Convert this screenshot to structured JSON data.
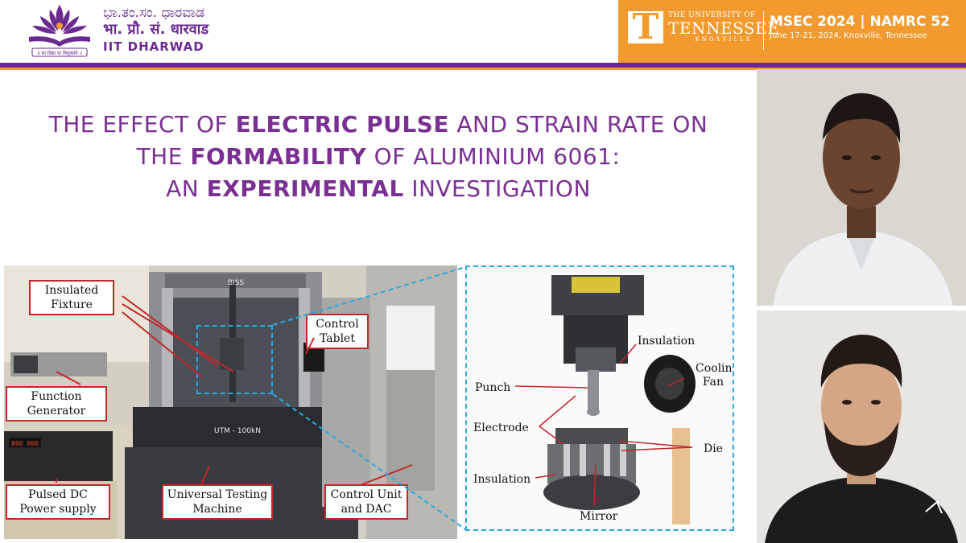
{
  "header": {
    "iit": {
      "line1": "ಭಾ.ತಂ.ಸಂ. ಧಾರವಾಡ",
      "line2": "भा. प्रौ. सं. धारवाड",
      "line3": "IIT DHARWAD",
      "motto": "॥ सा विद्या या विमुक्तये ॥"
    },
    "ut": {
      "t": "T",
      "line1": "THE UNIVERSITY OF",
      "line2": "TENNESSEE",
      "line3": "KNOXVILLE"
    },
    "conference": {
      "name": "MSEC 2024 | NAMRC 52",
      "dates": "June 17-21, 2024, Knoxville, Tennessee"
    },
    "colors": {
      "purple": "#6b2a8f",
      "orange": "#f29a2e"
    }
  },
  "title": {
    "l1_a": "THE EFFECT OF ",
    "l1_b": "ELECTRIC PULSE",
    "l1_c": " AND STRAIN RATE ON",
    "l2_a": "THE ",
    "l2_b": "FORMABILITY",
    "l2_c": " OF ALUMINIUM 6061:",
    "l3_a": "AN ",
    "l3_b": "EXPERIMENTAL",
    "l3_c": " INVESTIGATION"
  },
  "machine_photo": {
    "machine_brand": "BISS",
    "machine_plate": "UTM - 100kN",
    "callouts": {
      "fixture": "Insulated Fixture",
      "tablet": "Control Tablet",
      "function_gen": "Function Generator",
      "pulsed_dc": "Pulsed DC Power supply",
      "utm": "Universal Testing Machine",
      "control_unit": "Control Unit and DAC"
    }
  },
  "setup_photo": {
    "labels": {
      "insulation_top": "Insulation",
      "cooling_fan": "Cooling Fan",
      "punch": "Punch",
      "electrode": "Electrode",
      "die": "Die",
      "insulation_bottom": "Insulation",
      "mirror": "Mirror"
    }
  }
}
